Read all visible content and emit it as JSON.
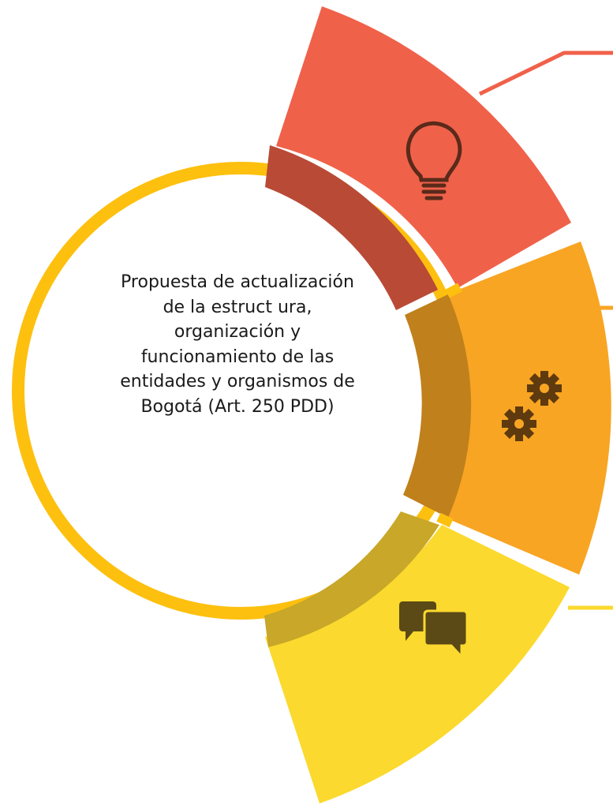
{
  "center_label_lines": [
    "Propuesta de actualización",
    "de la estruct ura,",
    "organización y",
    "funcionamiento de las",
    "entidades y organismos de",
    "Bogotá (Art. 250 PDD)"
  ],
  "colors": {
    "ring": "#FDC00F",
    "segment_top": "#F0614A",
    "segment_top_inner": "#B94A36",
    "segment_middle": "#F8A523",
    "segment_middle_inner": "#C0801C",
    "segment_bottom": "#FBD92E",
    "segment_bottom_inner": "#C8A729",
    "icon_top": "#5A2A1A",
    "icon_middle": "#5E3A0E",
    "icon_bottom": "#5B4916"
  },
  "segments": [
    {
      "position": "top",
      "icon": "lightbulb-icon"
    },
    {
      "position": "middle",
      "icon": "gears-icon"
    },
    {
      "position": "bottom",
      "icon": "chat-bubbles-icon"
    }
  ]
}
